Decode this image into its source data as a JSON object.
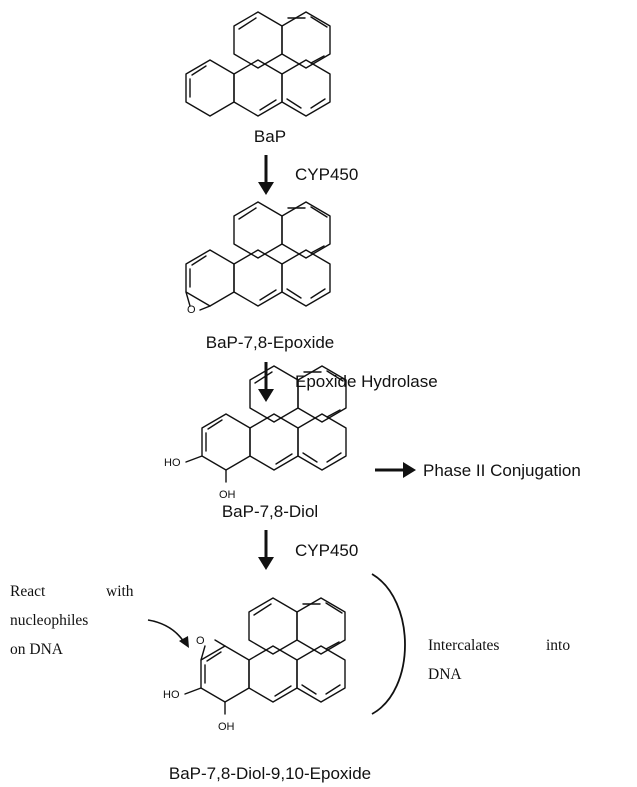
{
  "compounds": {
    "bap": "BaP",
    "epoxide": "BaP-7,8-Epoxide",
    "diol": "BaP-7,8-Diol",
    "diol_epoxide": "BaP-7,8-Diol-9,10-Epoxide"
  },
  "enzymes": {
    "step1": "CYP450",
    "step2": "Epoxide Hydrolase",
    "step3": "CYP450"
  },
  "side_pathway": "Phase II Conjugation",
  "atoms": {
    "oxygen": "O",
    "hydroxyl_left": "HO",
    "hydroxyl_bottom": "OH"
  },
  "notes": {
    "react_line1_word1": "React",
    "react_line1_word2": "with",
    "react_line2": "nucleophiles",
    "react_line3": "on DNA",
    "intercalate_line1_word1": "Intercalates",
    "intercalate_line1_word2": "into",
    "intercalate_line2": "DNA"
  }
}
